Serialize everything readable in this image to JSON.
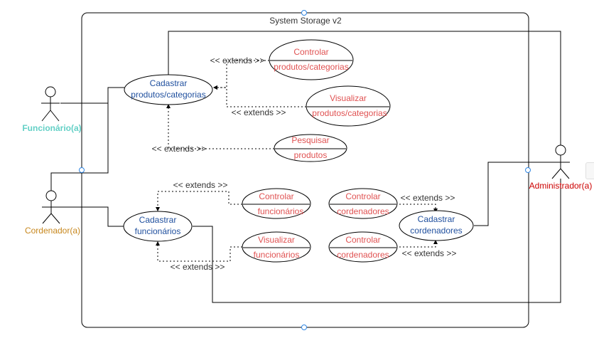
{
  "colors": {
    "line": "#000000",
    "handle": "#2f86e3",
    "usecase_blue": "#1f4f9e",
    "usecase_red": "#e05252",
    "actor_funcionario": "#63d0c6",
    "actor_cordenador": "#c7871d",
    "actor_administrador": "#cc0000"
  },
  "system": {
    "title": "System Storage v2"
  },
  "actors": {
    "funcionario": {
      "label": "Funcionário(a)"
    },
    "cordenador": {
      "label": "Cordenador(a)"
    },
    "administrador": {
      "label": "Administrador(a)"
    }
  },
  "usecases": {
    "cadastrar_produtos": {
      "line1": "Cadastrar",
      "line2": "produtos/categorias"
    },
    "controlar_produtos": {
      "line1": "Controlar",
      "line2": "produtos/categorias"
    },
    "visualizar_produtos": {
      "line1": "Visualizar",
      "line2": "produtos/categorias"
    },
    "pesquisar_produtos": {
      "line1": "Pesquisar",
      "line2": "produtos"
    },
    "cadastrar_funcionarios": {
      "line1": "Cadastrar",
      "line2": "funcionários"
    },
    "controlar_funcionarios": {
      "line1": "Controlar",
      "line2": "funcionários"
    },
    "visualizar_funcionarios": {
      "line1": "Visualizar",
      "line2": "funcionários"
    },
    "controlar_cordenadores_1": {
      "line1": "Controlar",
      "line2": "cordenadores"
    },
    "controlar_cordenadores_2": {
      "line1": "Controlar",
      "line2": "cordenadores"
    },
    "cadastrar_cordenadores": {
      "line1": "Cadastrar",
      "line2": "cordenadores"
    }
  },
  "relations": {
    "extends_label": "<< extends >>"
  }
}
